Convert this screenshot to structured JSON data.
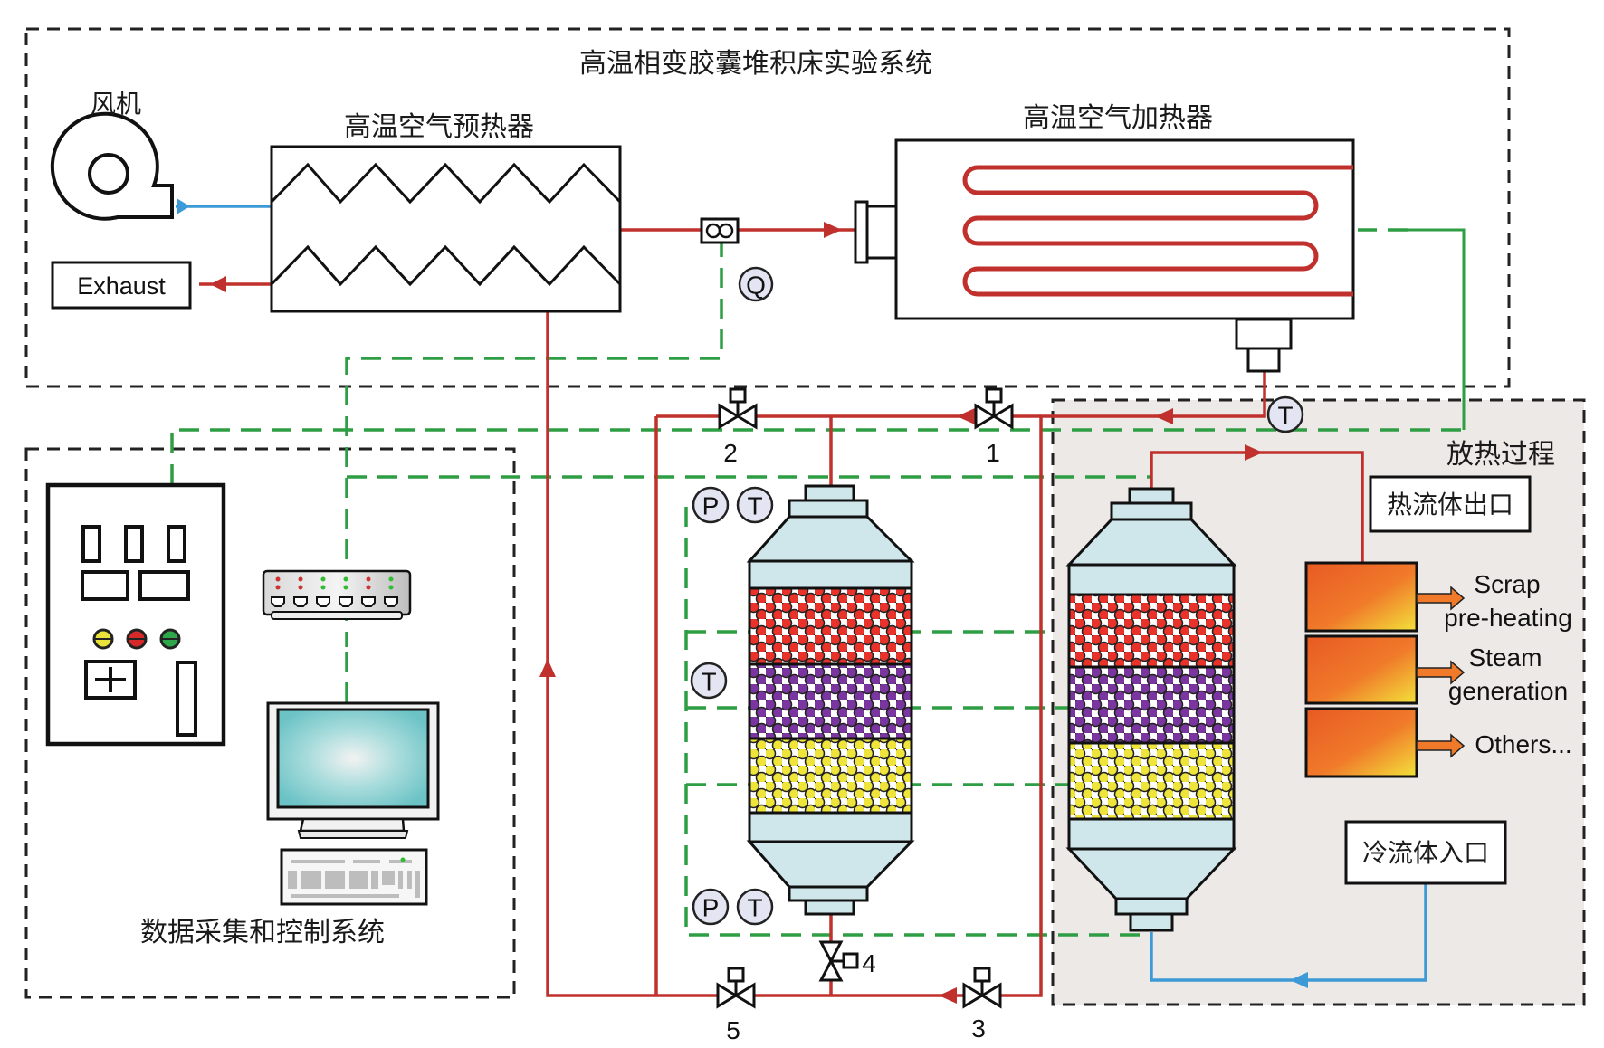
{
  "diagram": {
    "title": "高温相变胶囊堆积床实验系统",
    "groups": {
      "experiment_system": "高温相变胶囊堆积床实验系统",
      "daq_system": "数据采集和控制系统",
      "discharge_process": "放热过程"
    },
    "components": {
      "fan": "风机",
      "preheater": "高温空气预热器",
      "heater": "高温空气加热器",
      "exhaust": "Exhaust",
      "hot_fluid_outlet": "热流体出口",
      "cold_fluid_inlet": "冷流体入口"
    },
    "applications": [
      {
        "line1": "Scrap",
        "line2": "pre-heating"
      },
      {
        "line1": "Steam",
        "line2": "generation"
      },
      {
        "line1": "Others...",
        "line2": ""
      }
    ],
    "sensors": {
      "flow": "Q",
      "temperature": "T",
      "pressure": "P"
    },
    "valves": [
      "1",
      "2",
      "3",
      "4",
      "5"
    ],
    "bed_layers": [
      {
        "name": "top-layer",
        "color": "#e8322a"
      },
      {
        "name": "middle-layer",
        "color": "#7b35a0"
      },
      {
        "name": "bottom-layer",
        "color": "#efe53a"
      }
    ],
    "colors": {
      "hot_pipe": "#c0302c",
      "cold_pipe": "#3d9ad6",
      "signal_line": "#2e9e44",
      "vessel": "#cfe7ea",
      "discharge_bg": "#ede9e7"
    }
  }
}
